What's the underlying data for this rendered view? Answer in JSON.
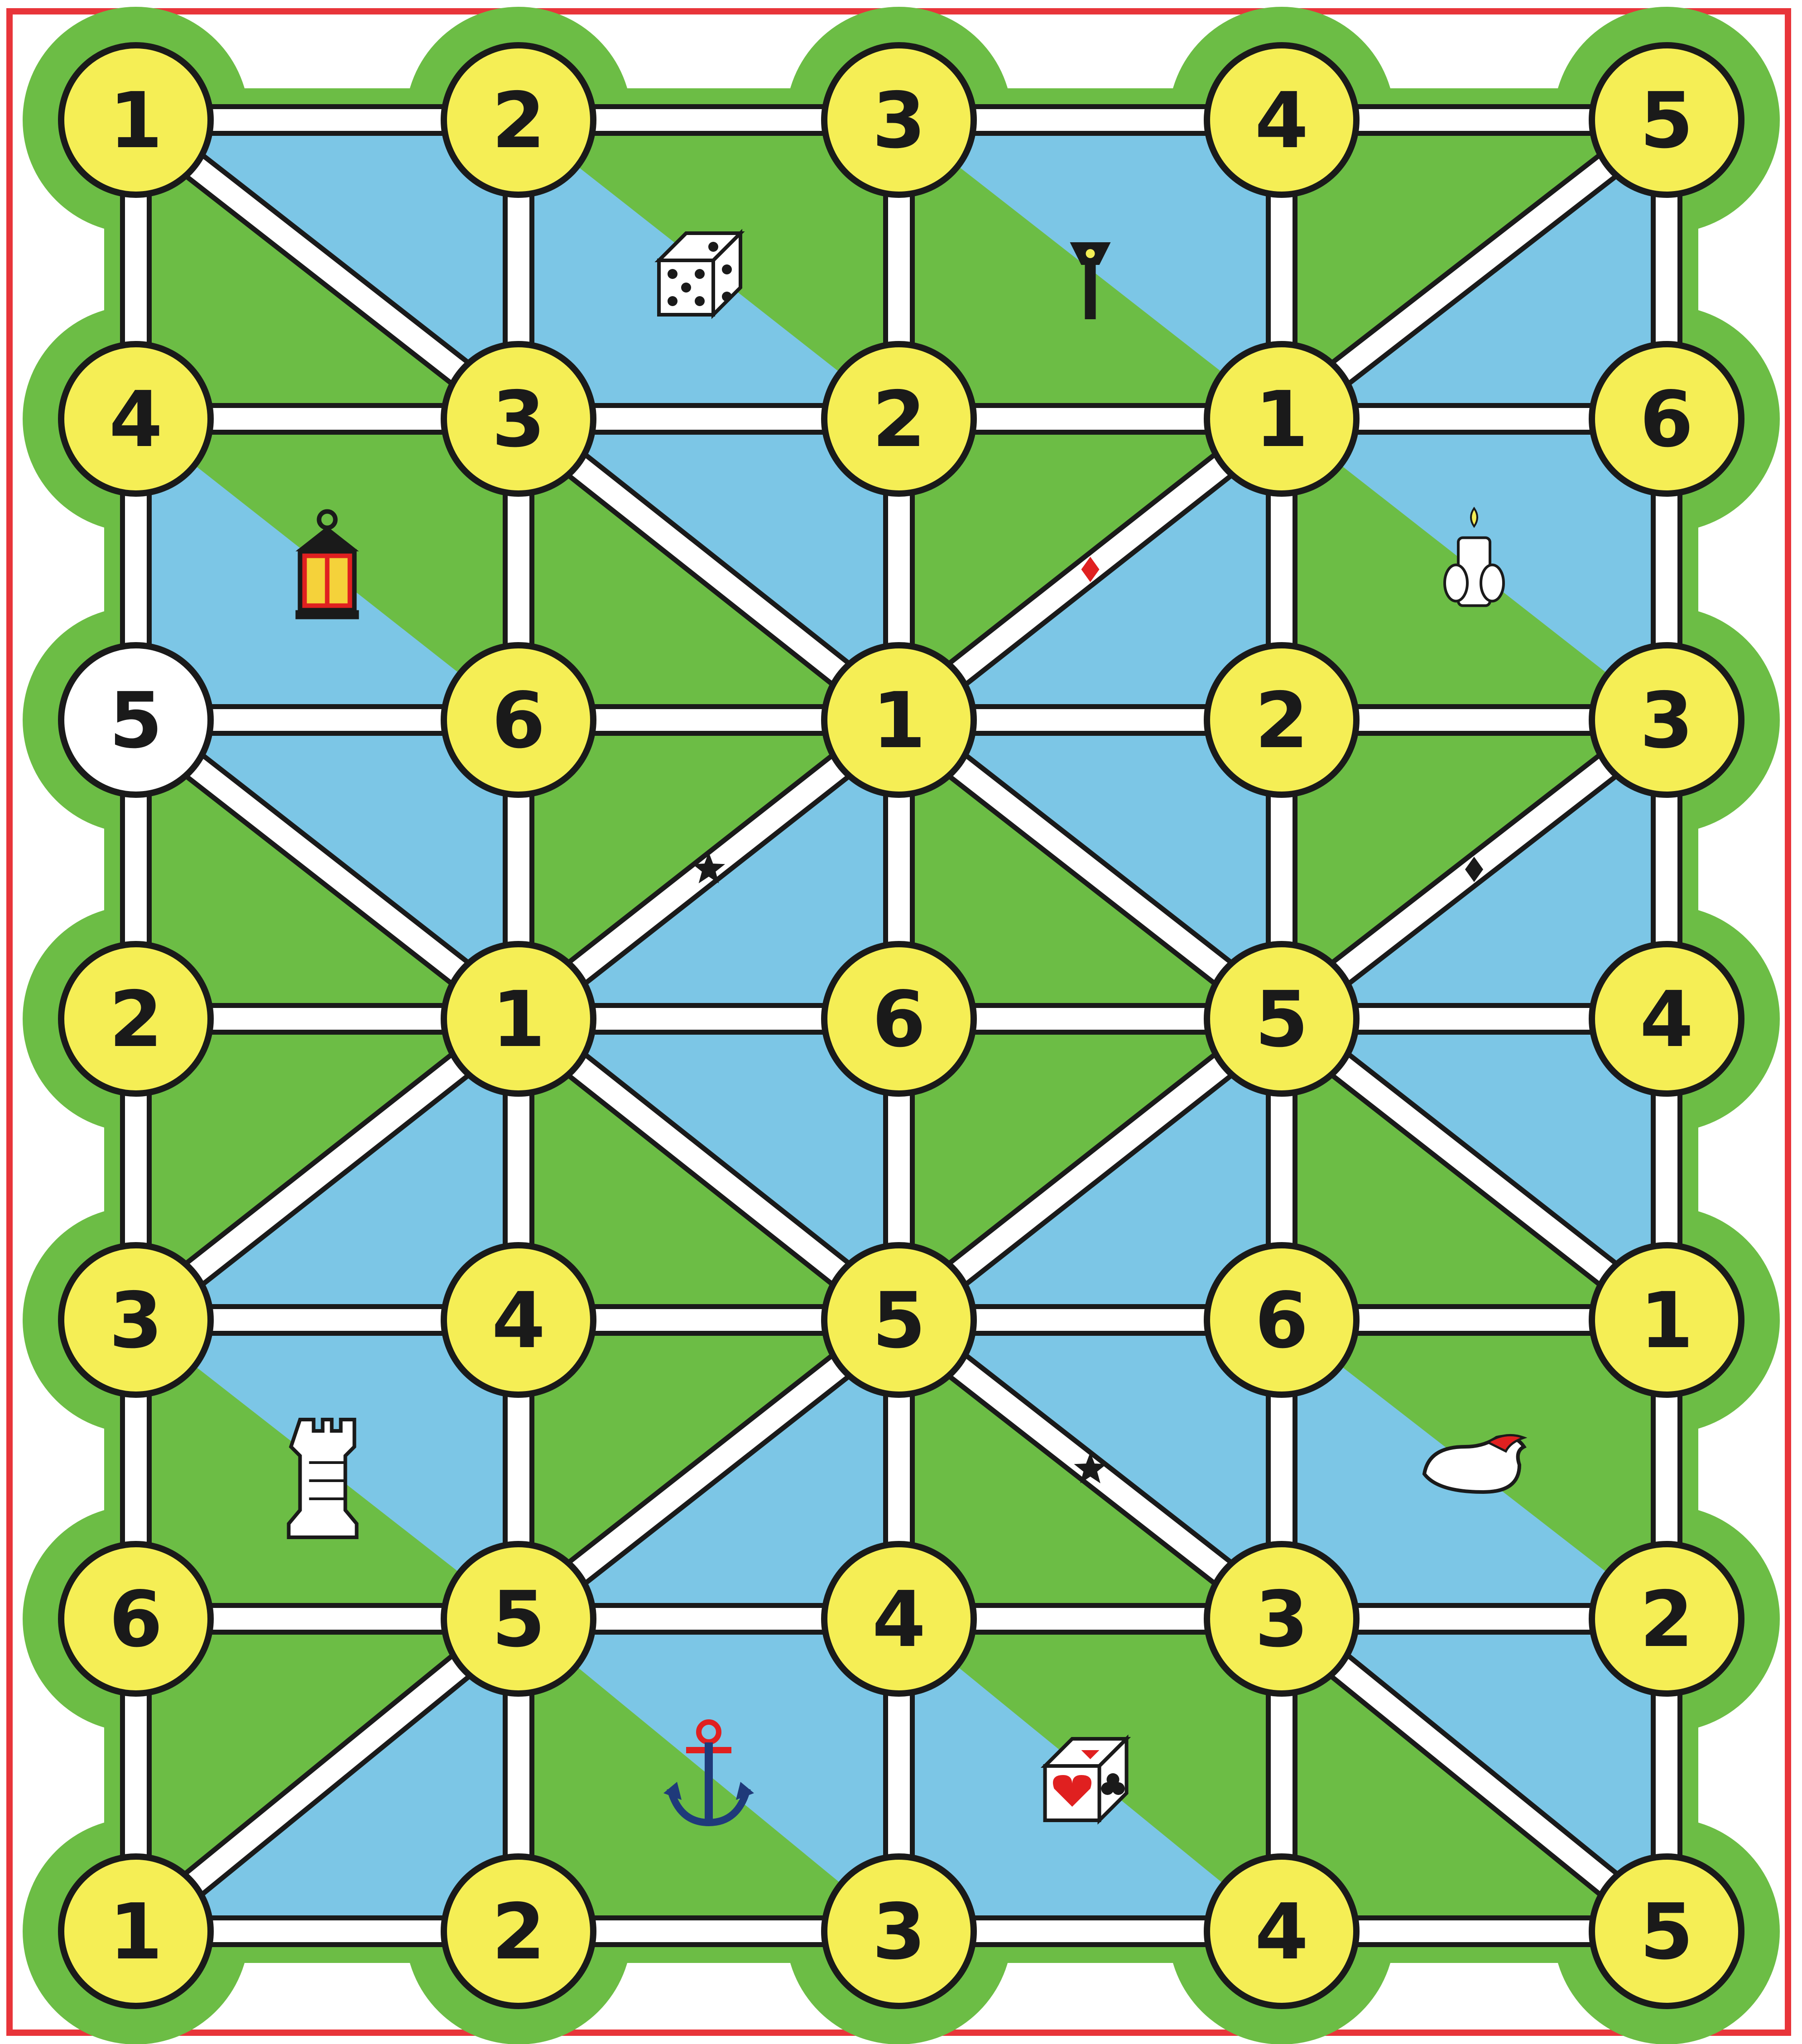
{
  "board": {
    "colors": {
      "frame": "#e8353a",
      "field_green": "#6cbd45",
      "field_blue": "#7cc6e6",
      "node_fill": "#f5ee55",
      "node_start_fill": "#ffffff",
      "path": "#ffffff",
      "outline": "#1a1a1a"
    },
    "rows": [
      [
        "1",
        "2",
        "3",
        "4",
        "5"
      ],
      [
        "4",
        "3",
        "2",
        "1",
        "6"
      ],
      [
        "5",
        "6",
        "1",
        "2",
        "3"
      ],
      [
        "2",
        "1",
        "6",
        "5",
        "4"
      ],
      [
        "3",
        "4",
        "5",
        "6",
        "1"
      ],
      [
        "6",
        "5",
        "4",
        "3",
        "2"
      ],
      [
        "1",
        "2",
        "3",
        "4",
        "5"
      ]
    ],
    "start_node": {
      "row": 2,
      "col": 0
    },
    "diagonals": [
      [
        [
          0,
          0
        ],
        [
          1,
          1
        ]
      ],
      [
        [
          1,
          1
        ],
        [
          2,
          2
        ]
      ],
      [
        [
          2,
          2
        ],
        [
          1,
          3
        ]
      ],
      [
        [
          1,
          3
        ],
        [
          0,
          4
        ]
      ],
      [
        [
          2,
          0
        ],
        [
          3,
          1
        ]
      ],
      [
        [
          3,
          1
        ],
        [
          2,
          2
        ]
      ],
      [
        [
          2,
          2
        ],
        [
          3,
          3
        ]
      ],
      [
        [
          3,
          3
        ],
        [
          2,
          4
        ]
      ],
      [
        [
          4,
          0
        ],
        [
          3,
          1
        ]
      ],
      [
        [
          3,
          1
        ],
        [
          4,
          2
        ]
      ],
      [
        [
          4,
          2
        ],
        [
          3,
          3
        ]
      ],
      [
        [
          3,
          3
        ],
        [
          4,
          4
        ]
      ],
      [
        [
          6,
          0
        ],
        [
          5,
          1
        ]
      ],
      [
        [
          5,
          1
        ],
        [
          4,
          2
        ]
      ],
      [
        [
          4,
          2
        ],
        [
          5,
          3
        ]
      ],
      [
        [
          5,
          3
        ],
        [
          6,
          4
        ]
      ]
    ],
    "icons": [
      {
        "name": "dice-icon",
        "row": 0,
        "col": 1
      },
      {
        "name": "street-lamp-icon",
        "row": 0,
        "col": 2
      },
      {
        "name": "lantern-icon",
        "row": 1,
        "col": 0
      },
      {
        "name": "diamond-icon",
        "row": 1,
        "col": 2
      },
      {
        "name": "candle-icon",
        "row": 1,
        "col": 3
      },
      {
        "name": "star-icon",
        "row": 2,
        "col": 1
      },
      {
        "name": "diamond-icon",
        "row": 2,
        "col": 3
      },
      {
        "name": "star-icon",
        "row": 4,
        "col": 2
      },
      {
        "name": "rook-icon",
        "row": 4,
        "col": 0
      },
      {
        "name": "clog-icon",
        "row": 4,
        "col": 3
      },
      {
        "name": "anchor-icon",
        "row": 5,
        "col": 1
      },
      {
        "name": "card-dice-icon",
        "row": 5,
        "col": 2
      }
    ]
  }
}
